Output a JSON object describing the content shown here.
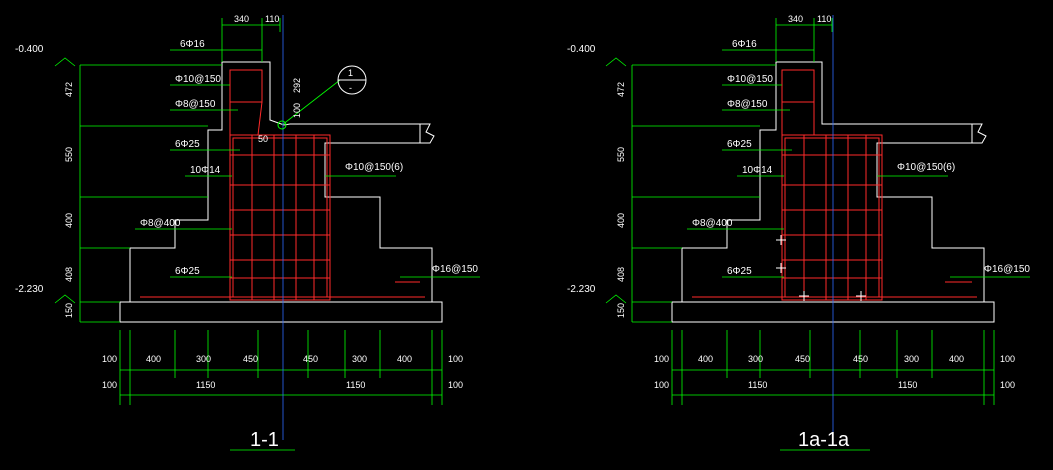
{
  "colors": {
    "background": "#000000",
    "outline": "#ffffff",
    "rebar": "#ff2a2a",
    "leader": "#00ff00",
    "axis": "#2f6bff",
    "text": "#ffffff"
  },
  "sections": [
    {
      "title": "1-1",
      "elevations": {
        "top": "-0.400",
        "bottom": "-2.230"
      },
      "vertical_dims": [
        "472",
        "550",
        "400",
        "408",
        "150"
      ],
      "top_dims": [
        "340",
        "110"
      ],
      "bar_labels": {
        "col_main": "6Φ16",
        "stirrup_outer": "Φ10@150",
        "stirrup_inner": "Φ8@150",
        "beam_top": "6Φ25",
        "side_bars": "10Φ14",
        "beam_stirrup": "Φ10@150(6)",
        "tie": "Φ8@400",
        "beam_bottom": "6Φ25",
        "slab_bars": "Φ16@150"
      },
      "extra_dims": [
        "292",
        "100",
        "50"
      ],
      "callout": {
        "num": "1",
        "sub": "-"
      },
      "bottom_dims_row1": [
        "100",
        "400",
        "300",
        "450",
        "450",
        "300",
        "400",
        "100"
      ],
      "bottom_dims_row2": [
        "100",
        "1150",
        "1150",
        "100"
      ]
    },
    {
      "title": "1a-1a",
      "elevations": {
        "top": "-0.400",
        "bottom": "-2.230"
      },
      "vertical_dims": [
        "472",
        "550",
        "400",
        "408",
        "150"
      ],
      "top_dims": [
        "340",
        "110"
      ],
      "bar_labels": {
        "col_main": "6Φ16",
        "stirrup_outer": "Φ10@150",
        "stirrup_inner": "Φ8@150",
        "beam_top": "6Φ25",
        "side_bars": "10Φ14",
        "beam_stirrup": "Φ10@150(6)",
        "tie": "Φ8@400",
        "beam_bottom": "6Φ25",
        "slab_bars": "Φ16@150"
      },
      "bottom_dims_row1": [
        "100",
        "400",
        "300",
        "450",
        "450",
        "300",
        "400",
        "100"
      ],
      "bottom_dims_row2": [
        "100",
        "1150",
        "1150",
        "100"
      ]
    }
  ]
}
